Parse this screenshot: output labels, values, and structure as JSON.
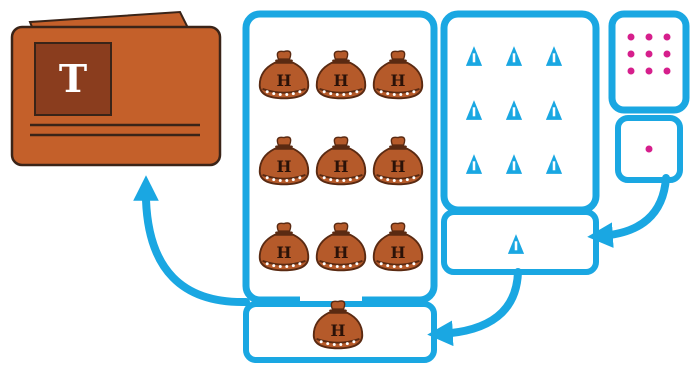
{
  "colors": {
    "frame_blue": "#1aa7e2",
    "card_orange": "#c4602a",
    "card_dark": "#8a3d1e",
    "card_stroke": "#3a2418",
    "bag_body": "#b55a2a",
    "bag_dark": "#5a2a12",
    "dot_magenta": "#d61f8c",
    "triangle_blue": "#1aa7e2",
    "white": "#ffffff"
  },
  "card": {
    "letter": "T",
    "icon": "thousands-card-icon"
  },
  "hundreds": {
    "bag_letter": "H",
    "count_in_frame": 9,
    "count_in_carry": 1,
    "icon": "money-bag-icon"
  },
  "tens": {
    "count_in_frame": 9,
    "count_in_carry": 1,
    "icon": "triangle-icon"
  },
  "ones": {
    "count_in_frame": 9,
    "count_in_carry": 1,
    "icon": "dot-icon"
  }
}
